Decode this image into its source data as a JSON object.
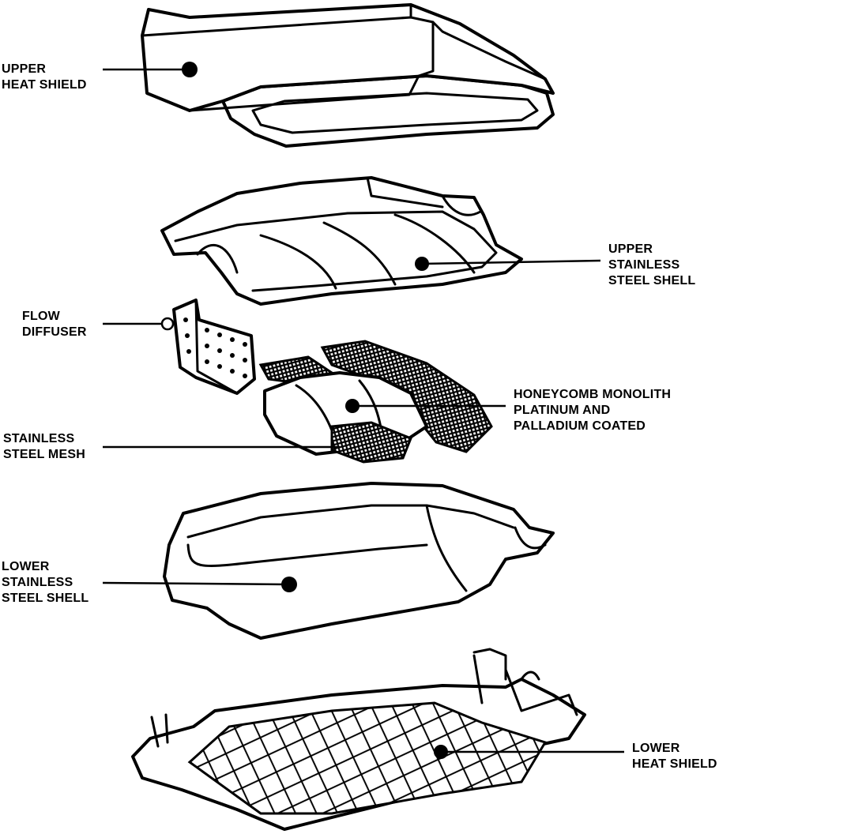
{
  "labels": {
    "upper_heat_shield": [
      "UPPER",
      "HEAT SHIELD"
    ],
    "upper_stainless_steel_shell": [
      "UPPER",
      "STAINLESS",
      "STEEL SHELL"
    ],
    "flow_diffuser": [
      "FLOW",
      "DIFFUSER"
    ],
    "honeycomb_monolith": [
      "HONEYCOMB MONOLITH",
      "PLATINUM AND",
      "PALLADIUM COATED"
    ],
    "stainless_steel_mesh": [
      "STAINLESS",
      "STEEL MESH"
    ],
    "lower_stainless_steel_shell": [
      "LOWER",
      "STAINLESS",
      "STEEL SHELL"
    ],
    "lower_heat_shield": [
      "LOWER",
      "HEAT SHIELD"
    ]
  },
  "colors": {
    "ink": "#000000",
    "paper": "#ffffff"
  }
}
